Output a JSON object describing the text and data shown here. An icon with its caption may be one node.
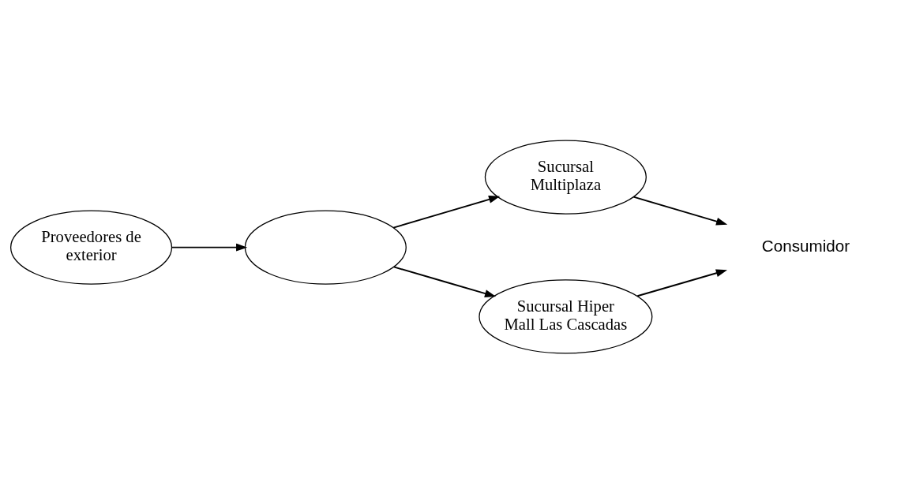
{
  "diagram": {
    "nodes": [
      {
        "text": [
          "Proveedores de exterior"
        ]
      },
      {
        "text": [],
        "shape": "ellipse"
      },
      {
        "text": [
          "Sucursal Multiplaza"
        ]
      },
      {
        "text": [
          "Consumidor"
        ]
      },
      {
        "text": [
          "Sucursal Hiper Mall Las Cascadas"
        ]
      }
    ],
    "edges": [
      {
        "from": 0,
        "to": 1,
        "arrow": "to"
      },
      {
        "from": 1,
        "to": 2,
        "arrow": "to"
      },
      {
        "from": 1,
        "to": 4,
        "arrow": "to"
      },
      {
        "from": 2,
        "to": 3,
        "arrow": "to"
      },
      {
        "from": 4,
        "to": 3,
        "arrow": "to"
      }
    ]
  }
}
